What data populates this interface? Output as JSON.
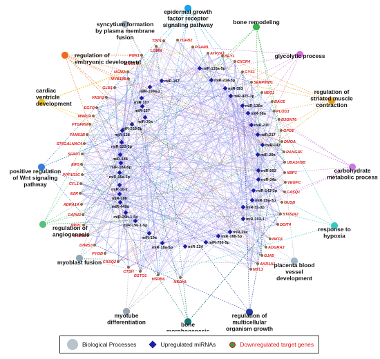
{
  "biological_processes": [
    {
      "label": "epidermal growth factor receptor signaling pathway",
      "color": "#1aa3e8"
    },
    {
      "label": "syncytium formation by plasma membrane fusion",
      "color": "#9aa6b0"
    },
    {
      "label": "bone remodeling",
      "color": "#36b24a"
    },
    {
      "label": "glycolytic process",
      "color": "#d86ee0"
    },
    {
      "label": "regulation of embryonic development",
      "color": "#ef6a1e"
    },
    {
      "label": "regulation of striated muscle contraction",
      "color": "#e8a020"
    },
    {
      "label": "cardiac ventricle development",
      "color": "#f2c21a"
    },
    {
      "label": "carbohydrate metabolic process",
      "color": "#c878e0"
    },
    {
      "label": "positive regulation of Wnt signaling pathway",
      "color": "#3a7ed8"
    },
    {
      "label": "response to hypoxia",
      "color": "#37c9c0"
    },
    {
      "label": "regulation of angiogenesis",
      "color": "#58c07a"
    },
    {
      "label": "myoblast fusion",
      "color": "#8fa7b8"
    },
    {
      "label": "placenta blood vessel development",
      "color": "#9fb8c8"
    },
    {
      "label": "myotube differentiation",
      "color": "#9aa7b2"
    },
    {
      "label": "bone morphogenesis",
      "color": "#157570"
    },
    {
      "label": "regulation of multicellular organism growth",
      "color": "#2a3a9e"
    }
  ],
  "mirnas": [
    "miR-187",
    "miR-133a-5p",
    "miR-214-5p",
    "miR-199a-2",
    "miR-383",
    "miR-107",
    "miR-425-3p",
    "miR-157",
    "miR-130a",
    "miR-30a",
    "miR-38a",
    "miR-205-5p",
    "miR-210",
    "miR-128",
    "miR-217",
    "miR-122-3p",
    "miR-143",
    "miR-188",
    "miR-29a",
    "miR-184-5p",
    "miR-503",
    "miR-15a-3p",
    "miR-34a",
    "miR-16-2",
    "miR-143-3p",
    "miR-18b",
    "miR-29a-3p",
    "miR-449a",
    "miR-11-3p",
    "miR-29b-1-5p",
    "miR-101-1",
    "miR-196-1-5p",
    "miR-29c",
    "miR-19a",
    "miR-188-5p",
    "miR-18a-5p",
    "miR-224",
    "miR-766-5p"
  ],
  "genes": [
    "TPP1",
    "TGFB2",
    "LGMN",
    "PGAM1",
    "ATP2A1",
    "HEYL",
    "PGK1",
    "CXCR4",
    "ENO1",
    "GYS1",
    "NGMA",
    "SERPINH1",
    "MVB12B",
    "NEO1",
    "GLB1",
    "BACE",
    "VASH2",
    "PLOD1",
    "EGFR",
    "B3GNT6",
    "MMP14",
    "GPD1",
    "PTGFRN",
    "DMGA",
    "FAM53B",
    "RANGRF",
    "ST6GALNAC4",
    "UBASH3B",
    "SFRP1",
    "XBP1",
    "EIF5",
    "VEGFC",
    "PPP1R3C",
    "CASQ1",
    "CFL1",
    "GUSB",
    "EZR",
    "ST6SIA2",
    "ADRA1A",
    "DDIT4",
    "CAPN3",
    "NKD1",
    "NPPC",
    "ADGRA3",
    "VASH1",
    "GJA5",
    "DHRS3",
    "AKR1A1",
    "PYGB",
    "MYL3",
    "CASQ2",
    "CTSH",
    "GSTO1",
    "HSPB6",
    "NSDHL"
  ],
  "legend": {
    "biological_processes": "Biological Processes",
    "upregulated_mirnas": "Upregulated miRNAs",
    "downregulated_genes": "Downregulated target genes"
  }
}
